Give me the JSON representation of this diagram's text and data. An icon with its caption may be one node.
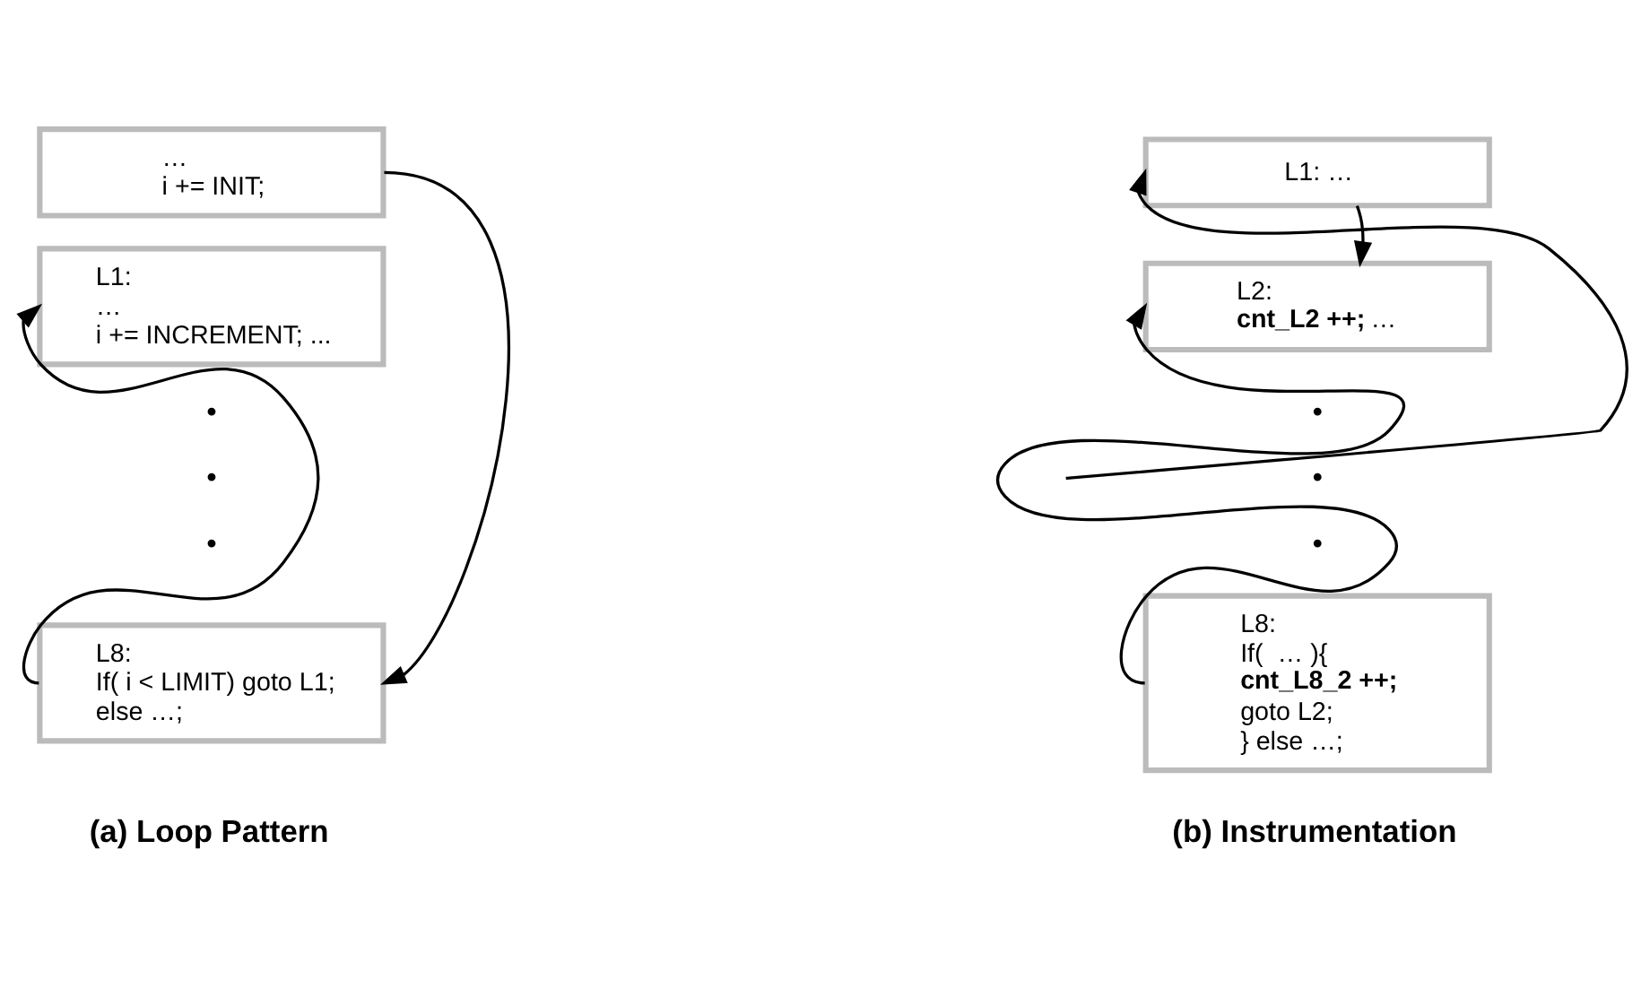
{
  "diagram": {
    "nodes": [
      {
        "text": [
          "…",
          "i += INIT;"
        ]
      },
      {
        "text": [
          "L1:",
          "…",
          "i += INCREMENT; ..."
        ]
      },
      {
        "text": [
          "L8:",
          "If( i < LIMIT) goto L1;",
          "else …;"
        ]
      },
      {
        "text": [
          "L1: …"
        ]
      },
      {
        "text": [
          "L2:",
          "**cnt_L2 ++;** …"
        ]
      },
      {
        "text": [
          "L8:",
          "If(  … ){",
          "**cnt_L8_2 ++;**",
          "goto L2;",
          "} else …;"
        ]
      }
    ],
    "edges": [
      {
        "from": 0,
        "to": 2,
        "arrow": "to"
      },
      {
        "from": 2,
        "to": 1,
        "arrow": "to"
      },
      {
        "from": 3,
        "to": 4,
        "arrow": "to"
      },
      {
        "from": null,
        "to": 3,
        "arrow": "to"
      },
      {
        "from": 5,
        "to": 4,
        "arrow": "to"
      }
    ],
    "labels": [
      "•",
      "•",
      "•",
      "•",
      "•",
      "•",
      "(a) Loop Pattern",
      "(b) Instrumentation"
    ]
  }
}
